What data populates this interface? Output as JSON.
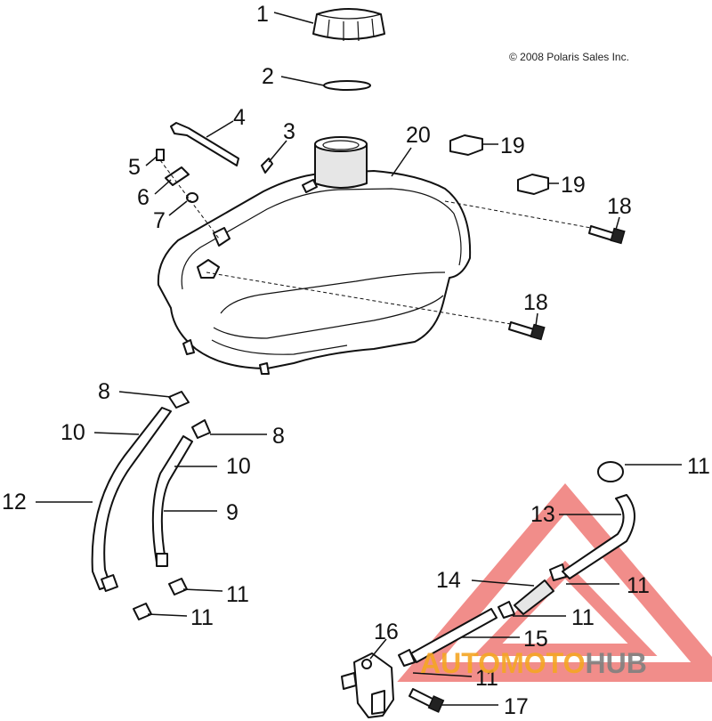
{
  "copyright": "© 2008 Polaris Sales Inc.",
  "watermark": {
    "part1": "AUTOMOTO",
    "part2": "HUB",
    "color_orange": "#f5a623",
    "color_gray": "#808080",
    "color_red": "#e5302a"
  },
  "callouts": {
    "c1": "1",
    "c2": "2",
    "c3": "3",
    "c4": "4",
    "c5": "5",
    "c6": "6",
    "c7": "7",
    "c8a": "8",
    "c8b": "8",
    "c9": "9",
    "c10a": "10",
    "c10b": "10",
    "c11a": "11",
    "c11b": "11",
    "c11c": "11",
    "c11d": "11",
    "c11e": "11",
    "c11f": "11",
    "c12": "12",
    "c13": "13",
    "c14": "14",
    "c15": "15",
    "c16": "16",
    "c17": "17",
    "c18a": "18",
    "c18b": "18",
    "c19a": "19",
    "c19b": "19",
    "c20": "20"
  }
}
